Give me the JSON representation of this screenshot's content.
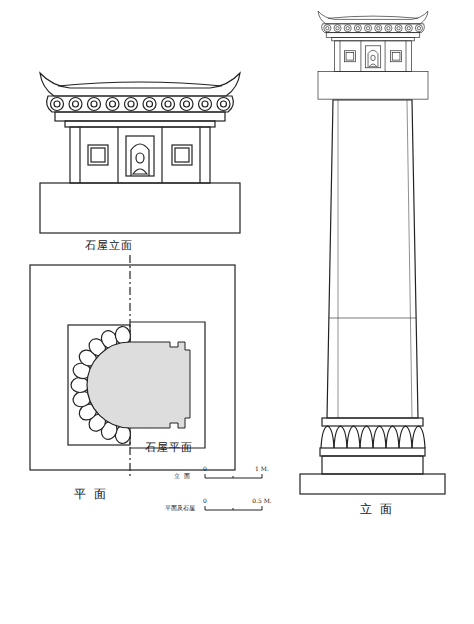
{
  "diagram": {
    "labels": [
      "石屋立面",
      "石屋平面",
      "平面",
      "立面",
      "立面",
      "0",
      "1 M.",
      "平面及石屋",
      "0",
      "0.5 M."
    ]
  }
}
